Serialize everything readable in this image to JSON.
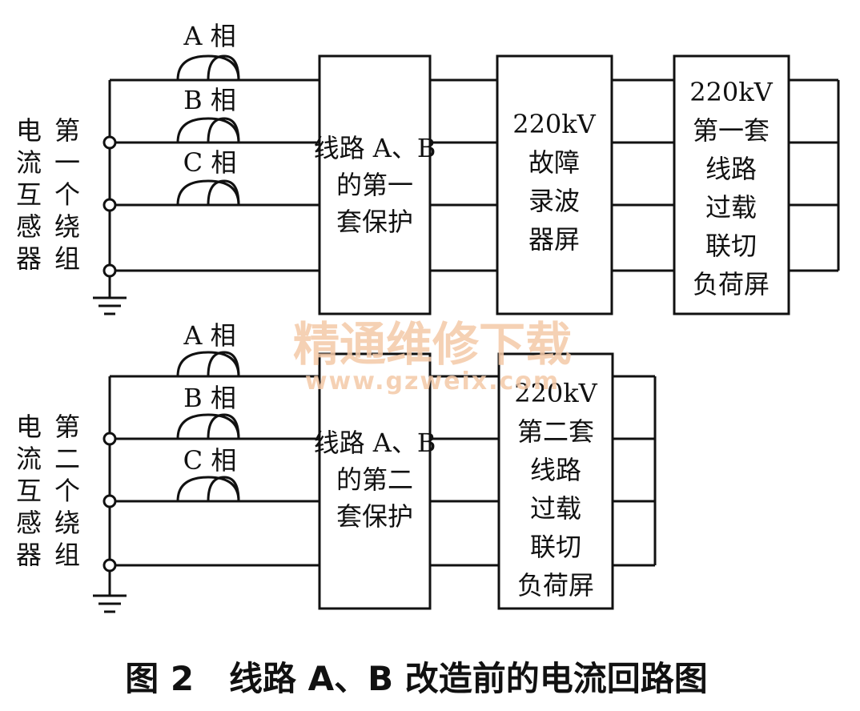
{
  "top": {
    "phases": [
      "A 相",
      "B 相",
      "C 相"
    ],
    "ct_label": "电流互感器",
    "winding_label": "第一个绕组",
    "protection_lines": [
      "线路 A、B",
      "的第一",
      "套保护"
    ],
    "recorder_lines": [
      "220kV",
      "故障",
      "录波",
      "器屏"
    ],
    "overload_lines": [
      "220kV",
      "第一套",
      "线路",
      "过载",
      "联切",
      "负荷屏"
    ]
  },
  "bottom": {
    "phases": [
      "A 相",
      "B 相",
      "C 相"
    ],
    "ct_label": "电流互感器",
    "winding_label": "第二个绕组",
    "protection_lines": [
      "线路 A、B",
      "的第二",
      "套保护"
    ],
    "overload_lines": [
      "220kV",
      "第二套",
      "线路",
      "过载",
      "联切",
      "负荷屏"
    ]
  },
  "watermark": {
    "text": "精通维修下载",
    "url": "www.gzweix.com"
  },
  "caption": "图 2   线路 A、B 改造前的电流回路图"
}
